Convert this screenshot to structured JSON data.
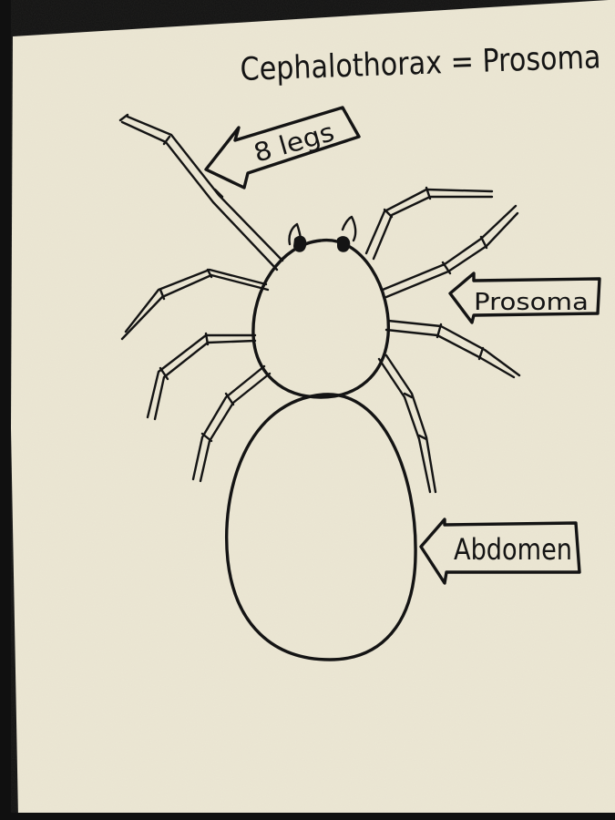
{
  "drawing": {
    "title": "Cephalothorax = Prosoma",
    "labels": {
      "legs": "8 legs",
      "prosoma": "Prosoma",
      "abdomen": "Abdomen"
    }
  },
  "colors": {
    "paper": "#ECE7D4",
    "ink": "#141414",
    "background": "#101010"
  }
}
